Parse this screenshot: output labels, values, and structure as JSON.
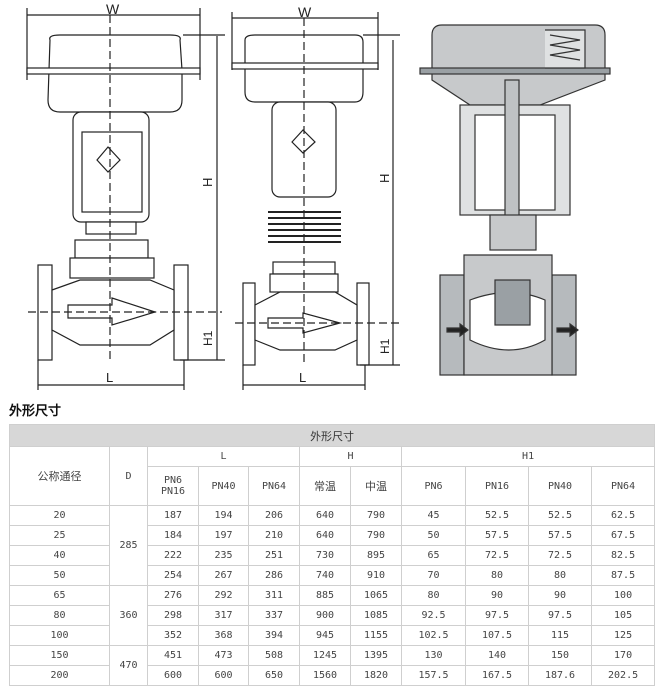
{
  "drawing_labels": {
    "width": "W",
    "height": "H",
    "height1": "H1",
    "length": "L"
  },
  "section_title": "外形尺寸",
  "table": {
    "caption": "外形尺寸",
    "col_nominal": "公称通径",
    "col_d": "D",
    "group_l": "L",
    "group_h": "H",
    "group_h1": "H1",
    "l_sub": [
      "PN6",
      "PN16",
      "PN40",
      "PN64"
    ],
    "h_sub": [
      "常温",
      "中温"
    ],
    "h1_sub": [
      "PN6",
      "PN16",
      "PN40",
      "PN64"
    ],
    "d_groups": [
      {
        "value": "285",
        "rows": 4
      },
      {
        "value": "360",
        "rows": 3
      },
      {
        "value": "470",
        "rows": 2
      }
    ],
    "rows": [
      [
        "20",
        "187",
        "194",
        "206",
        "640",
        "790",
        "45",
        "52.5",
        "52.5",
        "62.5"
      ],
      [
        "25",
        "184",
        "197",
        "210",
        "640",
        "790",
        "50",
        "57.5",
        "57.5",
        "67.5"
      ],
      [
        "40",
        "222",
        "235",
        "251",
        "730",
        "895",
        "65",
        "72.5",
        "72.5",
        "82.5"
      ],
      [
        "50",
        "254",
        "267",
        "286",
        "740",
        "910",
        "70",
        "80",
        "80",
        "87.5"
      ],
      [
        "65",
        "276",
        "292",
        "311",
        "885",
        "1065",
        "80",
        "90",
        "90",
        "100"
      ],
      [
        "80",
        "298",
        "317",
        "337",
        "900",
        "1085",
        "92.5",
        "97.5",
        "97.5",
        "105"
      ],
      [
        "100",
        "352",
        "368",
        "394",
        "945",
        "1155",
        "102.5",
        "107.5",
        "115",
        "125"
      ],
      [
        "150",
        "451",
        "473",
        "508",
        "1245",
        "1395",
        "130",
        "140",
        "150",
        "170"
      ],
      [
        "200",
        "600",
        "600",
        "650",
        "1560",
        "1820",
        "157.5",
        "167.5",
        "187.6",
        "202.5"
      ]
    ]
  }
}
